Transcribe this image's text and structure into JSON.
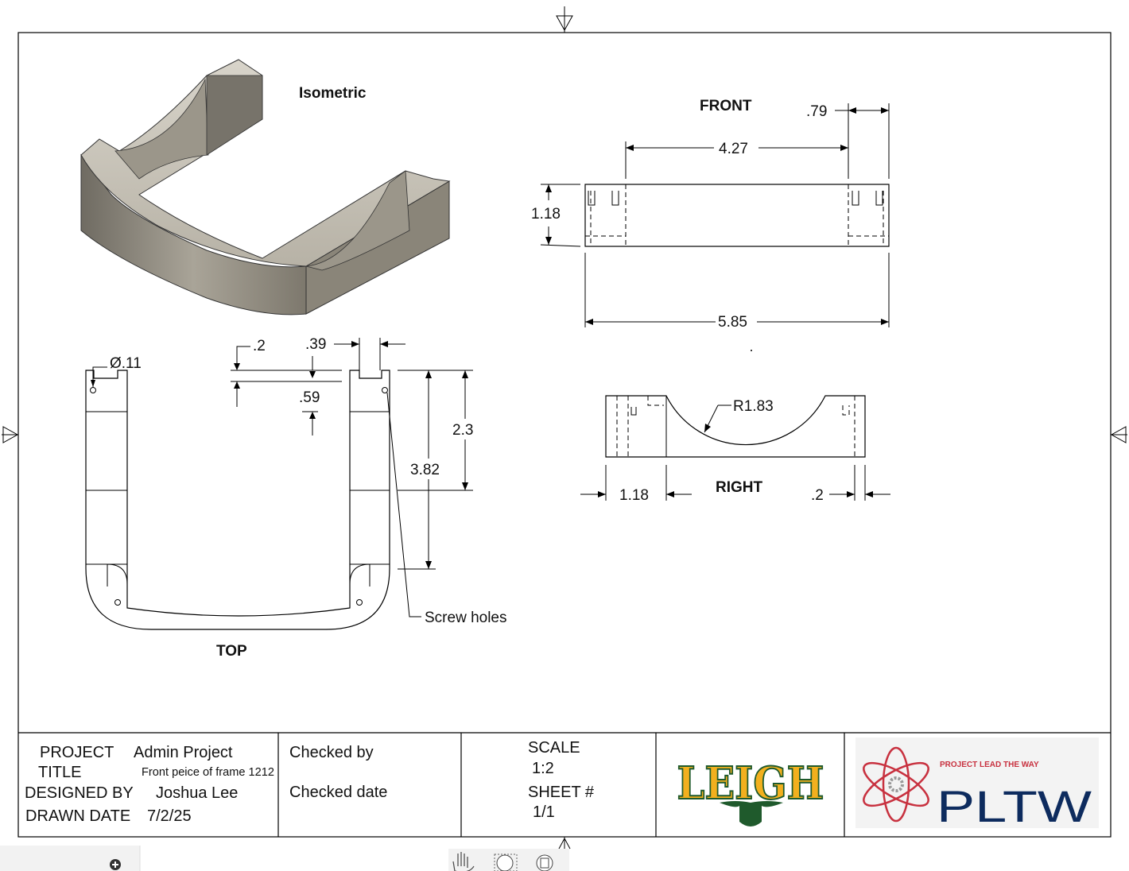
{
  "drawing": {
    "views": {
      "isometric": {
        "label": "Isometric"
      },
      "front": {
        "label": "FRONT",
        "dims": {
          "width_small": ".79",
          "inner_width": "4.27",
          "height": "1.18",
          "overall_width": "5.85"
        }
      },
      "right": {
        "label": "RIGHT",
        "dims": {
          "radius": "R1.83",
          "block_width": "1.18",
          "right_offset": ".2"
        }
      },
      "top": {
        "label": "TOP",
        "dims": {
          "hole_dia": "Ø.11",
          "offset_a": ".2",
          "width_b": ".39",
          "offset_c": ".59",
          "depth_a": "2.3",
          "depth_b": "3.82"
        },
        "note": "Screw holes"
      }
    }
  },
  "title_block": {
    "project_label": "PROJECT",
    "project_value": "Admin Project",
    "title_label": "TITLE",
    "title_value": "Front peice of frame 1212",
    "designed_by_label": "DESIGNED BY",
    "designed_by_value": "Joshua Lee",
    "drawn_date_label": "DRAWN DATE",
    "drawn_date_value": "7/2/25",
    "checked_by_label": "Checked by",
    "checked_date_label": "Checked date",
    "scale_label": "SCALE",
    "scale_value": "1:2",
    "sheet_label": "SHEET #",
    "sheet_value": "1/1",
    "logo_left": "LEIGH",
    "logo_right_small": "PROJECT LEAD THE WAY",
    "logo_right": "PLTW"
  },
  "toolbar": {
    "icons": [
      "pan-hand-icon",
      "zoom-window-icon",
      "zoom-fit-icon"
    ],
    "panel_icon": "plus-circle-icon"
  },
  "colors": {
    "leigh_gold": "#F2B01E",
    "leigh_green": "#1F5A2C",
    "pltw_navy": "#0D2B5E",
    "pltw_red": "#C8313F",
    "part_gray": "#8C877C"
  }
}
